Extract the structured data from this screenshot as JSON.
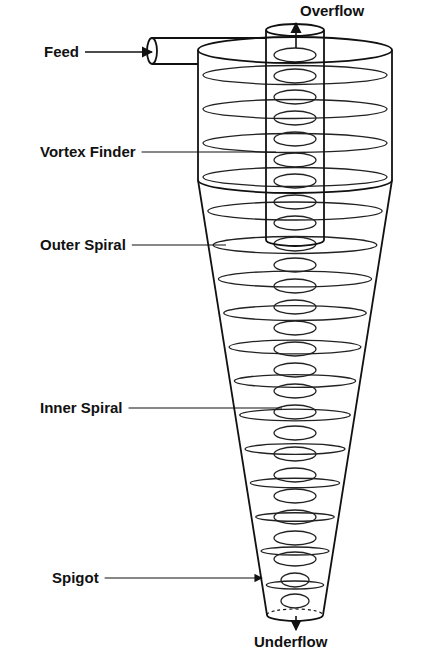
{
  "diagram": {
    "labels": [
      "Overflow",
      "Feed",
      "Vortex Finder",
      "Outer Spiral",
      "Inner Spiral",
      "Spigot",
      "Underflow"
    ]
  }
}
